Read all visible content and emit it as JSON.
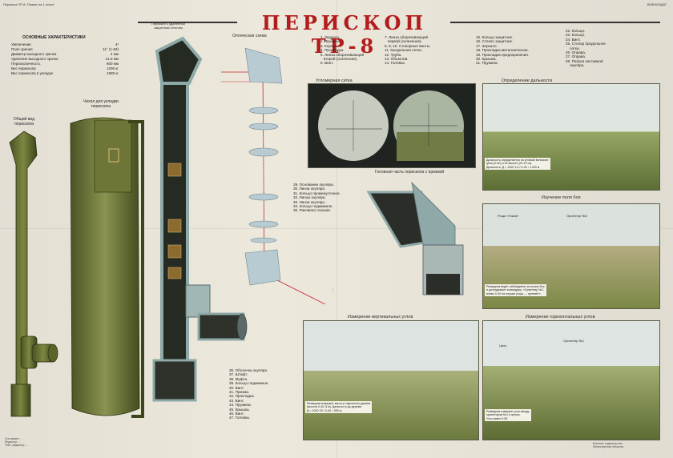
{
  "header": {
    "left": "Перископ ТР-8. Плакат на 1 листе",
    "right": "ВОЕНИЗДАТ"
  },
  "title": "ПЕРИСКОП ТР-8",
  "specs": {
    "heading": "ОСНОВНЫЕ ХАРАКТЕРИСТИКИ",
    "rows": [
      {
        "label": "Увеличение",
        "value": "4ˣ"
      },
      {
        "label": "Поле зрения",
        "value": "11° (1-83)"
      },
      {
        "label": "Диаметр выходного зрачка",
        "value": "4 мм"
      },
      {
        "label": "Удаление выходного зрачка",
        "value": "21,6 мм"
      },
      {
        "label": "Перископичность",
        "value": "800 мм"
      },
      {
        "label": "Вес перископа",
        "value": "1090 кг"
      },
      {
        "label": "Вес перископа в укладке",
        "value": "1580 кг"
      }
    ]
  },
  "labels": {
    "general_view": "Общий вид перископа",
    "case": "Чехол для укладки перископа",
    "cutaway": "Перископ с удалённой защитным стеклом",
    "optical_scheme": "Оптическая схема",
    "reticle": "Угломерная сетка",
    "head": "Головная часть перископа с призмой"
  },
  "parts": {
    "col1": "1. Зеркало.\n2. Пружина.\n3. Корпус.\n4. Прокладка.\n5. Линза оборачивающей\n   второй (склеенная).\n6. Винт.",
    "col2": "7. Линза оборачивающей\n   первой (склеенная).\n8, 9, 10. Стопорные винты.\n11. Кандальная сетка.\n12. Труба.\n13. Объектив.\n14. Головка.",
    "col3": "15. Кольцо защитное.\n16. Стекло защитное.\n17. Зеркало.\n18. Прокладка металлическая.\n19. Прокладка предохранения.\n20. Крышка.\n21. Пружина.",
    "col4": "22. Кольцо.\n23. Кольцо.\n24. Винт.\n25. Стопор продольное\n    сетка.\n26. Оправа.\n27. Оправа.\n28. Патрон наставной\n    окуляра.",
    "col5": "29. Основание окуляра.\n30. Линза окуляра.\n31. Кольцо промежуточное.\n32. Линзы окуляра.\n33. Линза окуляра.\n34. Кольцо поджимное.\n35. Раковина глазная.",
    "col6": "36. Оболочка окуляра.\n37. Штифт.\n38. Муфта.\n39. Кольцо поджимное.\n40. Винт.\n41. Призма.\n42. Прокладка.\n43. Винт.\n44. Пружина.\n45. Крышка.\n46. Винт.\n47. Головка."
  },
  "panels": [
    {
      "title": "Определение дальности",
      "caption": "Дальность определяется по угловой величине\nцели (0-40) и её высоте (H=1,5 м).\nДальность: Д = 1000·1,5 / 0-40 = 1200 м"
    },
    {
      "title": "Изучение поля боя",
      "marker_a": "Роща «Узкая»",
      "marker_b": "Ориентир №2",
      "caption": "Разведчик ведёт наблюдение за полем боя\nи докладывает командиру: «Ориентир №2,\nвлево 0-40 на опушке рощи — пулемёт»."
    },
    {
      "title": "Измерение вертикальных углов",
      "caption": "Разведчик измеряет высоту отдельного дерева\n(высота 0-40, 8 м). Дальность до дерева:\nД = 1000·20 / 0-40 = 500 м"
    },
    {
      "title": "Измерение горизонтальных углов",
      "marker_a": "Цель",
      "marker_b": "Ориентир №1",
      "caption": "Разведчик измеряет угол между\nориентиром №1 и целью.\nУгол равен 0-55"
    }
  ],
  "footer": {
    "left": "Составлен: ...\nРедактор: ...\nТехн. редактор: ...",
    "right": "Военное издательство\nМинистерства обороны"
  }
}
